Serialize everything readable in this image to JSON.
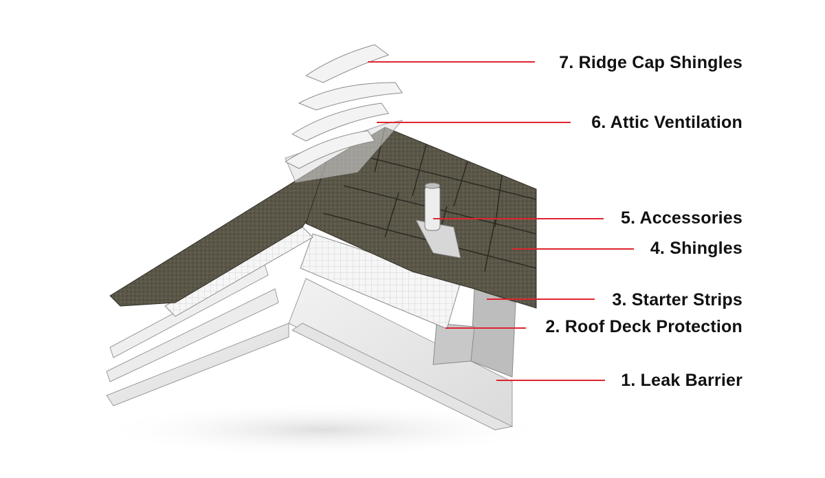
{
  "diagram": {
    "leader_color": "#e0242e",
    "layers": [
      {
        "id": "ridge-cap",
        "label": "7. Ridge Cap Shingles"
      },
      {
        "id": "attic-ventilation",
        "label": "6. Attic Ventilation"
      },
      {
        "id": "accessories",
        "label": "5. Accessories"
      },
      {
        "id": "shingles",
        "label": "4. Shingles"
      },
      {
        "id": "starter-strips",
        "label": "3. Starter Strips"
      },
      {
        "id": "roof-deck-protection",
        "label": "2. Roof Deck Protection"
      },
      {
        "id": "leak-barrier",
        "label": "1. Leak Barrier"
      }
    ]
  }
}
